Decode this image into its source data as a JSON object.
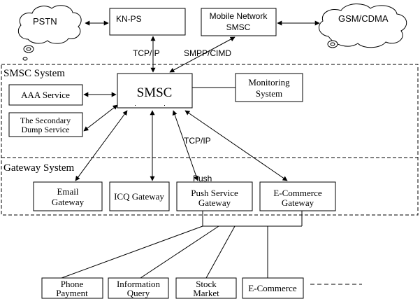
{
  "clouds": {
    "pstn": "PSTN",
    "gsm": "GSM/CDMA"
  },
  "top": {
    "knps": "KN-PS",
    "msmsc_line1": "Mobile Network",
    "msmsc_line2": "SMSC"
  },
  "links": {
    "tcpip_top": "TCP/IP",
    "smpp": "SMPP/CIMD",
    "tcpip_mid": "TCP/IP",
    "push": "Push"
  },
  "regions": {
    "smsc_system": "SMSC System",
    "gateway_system": "Gateway System"
  },
  "smsc_nodes": {
    "smsc": "SMSC",
    "aaa": "AAA Service",
    "dump_line1": "The Secondary",
    "dump_line2": "Dump Service",
    "monitor_line1": "Monitoring",
    "monitor_line2": "System"
  },
  "gateways": {
    "email_line1": "Email",
    "email_line2": "Gateway",
    "icq": "ICQ Gateway",
    "push_line1": "Push Service",
    "push_line2": "Gateway",
    "ecom_line1": "E-Commerce",
    "ecom_line2": "Gateway"
  },
  "services": {
    "phone_line1": "Phone",
    "phone_line2": "Payment",
    "info_line1": "Information",
    "info_line2": "Query",
    "stock_line1": "Stock",
    "stock_line2": "Market",
    "ecommerce": "E-Commerce"
  }
}
